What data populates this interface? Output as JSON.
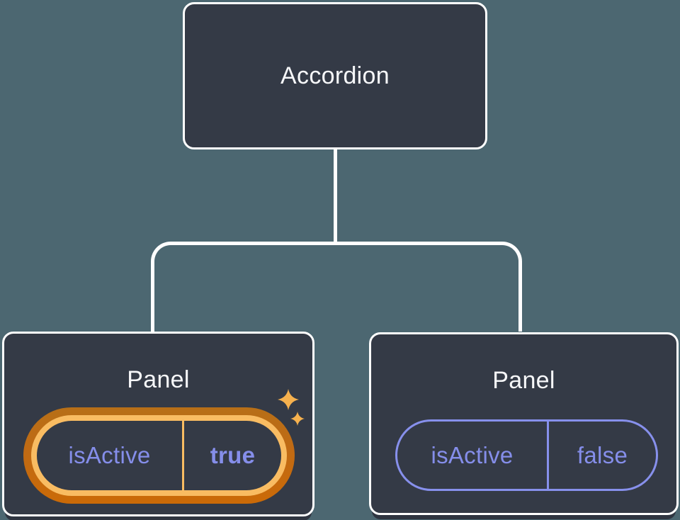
{
  "tree": {
    "root": {
      "label": "Accordion"
    },
    "children": [
      {
        "label": "Panel",
        "prop": "isActive",
        "value": "true",
        "highlighted": true
      },
      {
        "label": "Panel",
        "prop": "isActive",
        "value": "false",
        "highlighted": false
      }
    ]
  },
  "icons": {
    "sparkle_large": "sparkle-icon",
    "sparkle_small": "sparkle-icon"
  },
  "colors": {
    "background": "#4C6771",
    "card_fill": "#343A46",
    "card_border": "#FFFFFF",
    "connector": "#FFFFFF",
    "title_text": "#F6F7F9",
    "state_text": "#858EEA",
    "pill_border": "#8790EC",
    "highlight_ring_outer": "#C06A14",
    "highlight_ring_inner": "#F9BC62",
    "sparkle": "#F6B14E"
  }
}
